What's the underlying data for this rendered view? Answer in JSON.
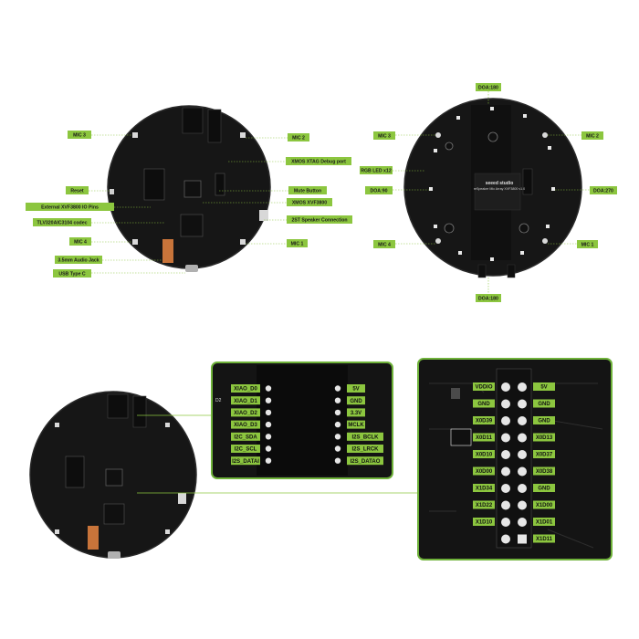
{
  "colors": {
    "accent": "#8cc63f",
    "board": "#161616",
    "board_edge": "#2a2a2a",
    "frame": "#6fb23a"
  },
  "front_board": {
    "labels": {
      "mic3": "MIC 3",
      "mic2": "MIC 2",
      "xtag": "XMOS XTAG Debug port",
      "reset": "Reset",
      "mute": "Mute Button",
      "ext_io": "External XVF3800 IO Pins",
      "xmos": "XMOS XVF3800",
      "codec": "TLV320AIC3104 codec",
      "speaker": "2ST Speaker Connection",
      "mic4": "MIC 4",
      "mic1": "MIC 1",
      "audio_jack": "3.5mm Audio Jack",
      "usb": "USB Type C"
    }
  },
  "back_board": {
    "labels": {
      "doa_top": "DOA:180",
      "mic3": "MIC 3",
      "mic2": "MIC 2",
      "rgb": "RGB LED x12",
      "doa_left": "DOA:90",
      "doa_right": "DOA:270",
      "mic4": "MIC 4",
      "mic1": "MIC 1",
      "doa_bottom": "DOA:180"
    },
    "silk_brand": "seeed studio",
    "silk_model": "reSpeaker Mic Array XVF3800 v1.0"
  },
  "xiao_pins": {
    "left": [
      "XIAO_D0",
      "XIAO_D1",
      "XIAO_D2",
      "XIAO_D3",
      "I2C_SDA",
      "I2C_SCL",
      "I2S_DATAI"
    ],
    "right": [
      "5V",
      "GND",
      "3.3V",
      "MCLK",
      "I2S_BCLK",
      "I2S_LRCK",
      "I2S_DATAO"
    ]
  },
  "xmos_pins": {
    "left": [
      "VDDIO",
      "GND",
      "X0D39",
      "X0D11",
      "X0D10",
      "X0D00",
      "X1D34",
      "X1D22",
      "X1D10"
    ],
    "right": [
      "5V",
      "GND",
      "GND",
      "X0D13",
      "X0D37",
      "X0D38",
      "GND",
      "X1D00",
      "X1D01",
      "X1D11"
    ]
  }
}
